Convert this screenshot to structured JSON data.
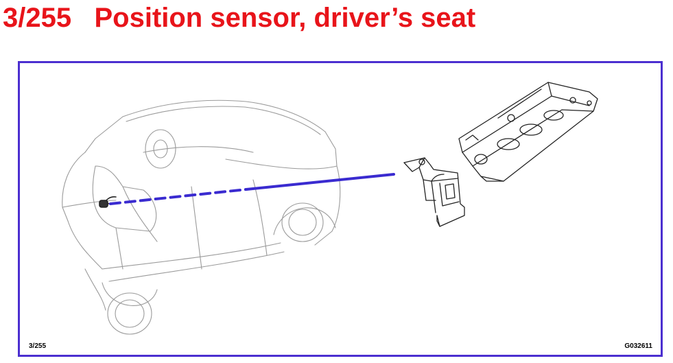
{
  "title": {
    "number": "3/255",
    "text": "Position sensor, driver’s seat"
  },
  "figure": {
    "ref_left": "3/255",
    "ref_right": "G032611"
  },
  "colors": {
    "title": "#e8141a",
    "frame_border": "#4b2fd0",
    "leader_line": "#3a2bd0",
    "drawing_lines": "#9a9a9a",
    "component_lines": "#222222"
  }
}
